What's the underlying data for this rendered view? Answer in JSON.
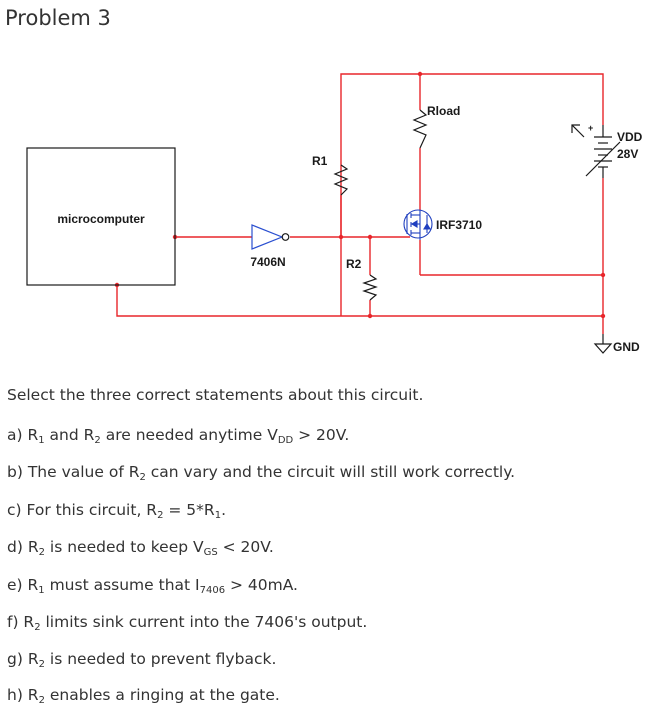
{
  "title": "Problem 3",
  "schematic": {
    "block": "microcomputer",
    "gate": "7406N",
    "r1": "R1",
    "r2": "R2",
    "rload": "Rload",
    "mosfet": "IRF3710",
    "vdd": "VDD",
    "vdd_value": "28V",
    "gnd": "GND",
    "plus": "+",
    "wire_color": "#e8262b",
    "part_color": "#1a1a1a",
    "mosfet_color": "#1f3fbf"
  },
  "question": {
    "prompt": "Select the three correct statements about this circuit.",
    "options": [
      {
        "pre": "a) R",
        "s1": "1",
        "m1": " and R",
        "s2": "2",
        "m2": " are needed anytime V",
        "s3": "DD",
        "post": " > 20V."
      },
      {
        "pre": "b) The value of R",
        "s1": "2",
        "m1": " can vary and the circuit will still work correctly.",
        "s2": "",
        "m2": "",
        "s3": "",
        "post": ""
      },
      {
        "pre": "c) For this circuit, R",
        "s1": "2",
        "m1": " = 5*R",
        "s2": "1",
        "m2": ".",
        "s3": "",
        "post": ""
      },
      {
        "pre": "d) R",
        "s1": "2",
        "m1": " is needed to keep V",
        "s2": "GS",
        "m2": " < 20V.",
        "s3": "",
        "post": ""
      },
      {
        "pre": "e) R",
        "s1": "1",
        "m1": " must assume that I",
        "s2": "7406",
        "m2": " > 40mA.",
        "s3": "",
        "post": ""
      },
      {
        "pre": "f) R",
        "s1": "2",
        "m1": " limits sink current into the 7406's output.",
        "s2": "",
        "m2": "",
        "s3": "",
        "post": ""
      },
      {
        "pre": "g) R",
        "s1": "2",
        "m1": " is needed to prevent flyback.",
        "s2": "",
        "m2": "",
        "s3": "",
        "post": ""
      },
      {
        "pre": "h) R",
        "s1": "2",
        "m1": " enables a ringing at the gate.",
        "s2": "",
        "m2": "",
        "s3": "",
        "post": ""
      }
    ]
  }
}
